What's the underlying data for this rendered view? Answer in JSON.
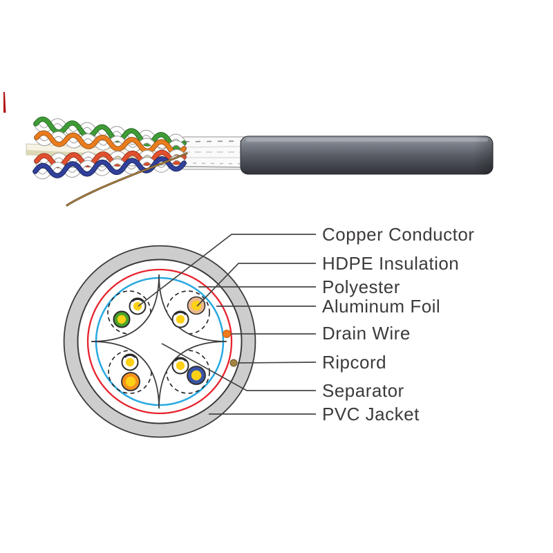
{
  "figure": {
    "type": "cable-cross-section-diagram",
    "callouts": [
      {
        "label": "Copper Conductor"
      },
      {
        "label": "HDPE Insulation"
      },
      {
        "label": "Polyester"
      },
      {
        "label": "Aluminum Foil"
      },
      {
        "label": "Drain Wire"
      },
      {
        "label": "Ripcord"
      },
      {
        "label": "Separator"
      },
      {
        "label": "PVC Jacket"
      }
    ],
    "colors": {
      "pair_green": "#3f9b35",
      "pair_orange": "#e87c1e",
      "pair_red": "#e0502e",
      "pair_blue": "#31409a",
      "ring_green": "#4aa32a",
      "ring_tan": "#ecb98c",
      "ring_orange": "#f6921e",
      "ring_blue": "#3b54a5",
      "conductor_yellow": "#fdd116",
      "aluminum_foil_red": "#e8222d",
      "polyester_blue": "#29a9e1",
      "jacket_gray": "#cdcdcd",
      "drain_wire_orange": "#f07c1d",
      "ripcord_brown": "#a58444",
      "leader_line": "#454545",
      "red_tick": "#b01212"
    }
  }
}
